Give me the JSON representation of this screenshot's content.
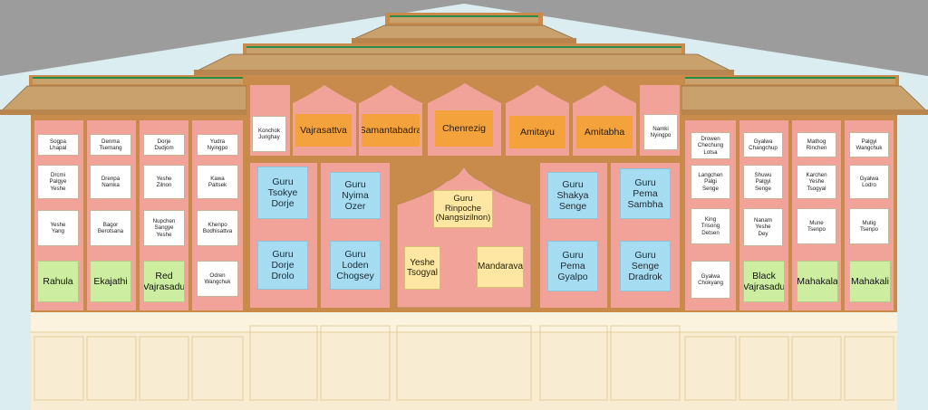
{
  "colors": {
    "sky_gray": "#9c9c9c",
    "sky_blue": "#dcedf2",
    "frame_brown": "#c98b4c",
    "panel_pink": "#f1a39a",
    "roof_tan": "#c9a16c",
    "base_cream": "#f8ecd2",
    "label_green": "#cdeea0",
    "label_blue": "#a6dcf2",
    "label_orange": "#f4a33c",
    "label_yellow": "#fde7a3"
  },
  "left_wing": {
    "col1": {
      "row1": "Sogpa\nLhapal",
      "row2": "Drcmi\nPalgye\nYeshe",
      "row3": "Yeshe\nYang",
      "row4": "Rahula"
    },
    "col2": {
      "row1": "Denma\nTsemang",
      "row2": "Drenpa\nNamka",
      "row3": "Bagor\nBerotsana",
      "row4": "Ekajathi"
    },
    "col3": {
      "row1": "Dorje\nDudjom",
      "row2": "Yeshe\nZilnon",
      "row3": "Nupchen\nSangye\nYeshe",
      "row4": "Red\nVajrasadu"
    },
    "col4": {
      "row1": "Yudra\nNyingpo",
      "row2": "Kawa\nPaltsek",
      "row3": "Khenpo\nBodhisattva",
      "row4": "Odren\nWangchuk"
    }
  },
  "right_wing": {
    "col1": {
      "row1": "Drowen\nChechung\nLotsa",
      "row2": "Langchen\nPalgi\nSenge",
      "row3": "King\nTrisong\nDetsen",
      "row4": "Gyalwa\nChokyang"
    },
    "col2": {
      "row1": "Gyalwa\nChangchup",
      "row2": "Shuwu\nPalgyi\nSenge",
      "row3": "Nanam\nYeshe\nDey",
      "row4": "Black\nVajrasadu"
    },
    "col3": {
      "row1": "Mathog\nRinchen",
      "row2": "Karchen\nYeshe\nTsogyal",
      "row3": "Mune\nTsenpo",
      "row4": "Mahakala"
    },
    "col4": {
      "row1": "Palgyi\nWangchuk",
      "row2": "Gyalwa\nLodro",
      "row3": "Mutig\nTsenpo",
      "row4": "Mahakali"
    }
  },
  "top_row": {
    "small_left": "Konchok\nJunghay",
    "vajrasattva": "Vajrasattva",
    "samantabadra": "Samantabadra",
    "chenrezig": "Chenrezig",
    "amitayu": "Amitayu",
    "amitabha": "Amitabha",
    "small_right": "Namki\nNyingpo"
  },
  "gurus": {
    "tsokye": "Guru\nTsokye\nDorje",
    "nyima": "Guru\nNyima\nOzer",
    "dorje_drolo": "Guru\nDorje\nDrolo",
    "loden": "Guru\nLoden\nChogsey",
    "shakya": "Guru\nShakya\nSenge",
    "pema_sambha": "Guru\nPema\nSambha",
    "pema_gyalpo": "Guru\nPema\nGyalpo",
    "senge": "Guru\nSenge\nDradrok"
  },
  "center": {
    "rinpoche": "Guru\nRinpoche\n(Nangsizilnon)",
    "yeshe_tsogyal": "Yeshe\nTsogyal",
    "mandarava": "Mandarava"
  }
}
